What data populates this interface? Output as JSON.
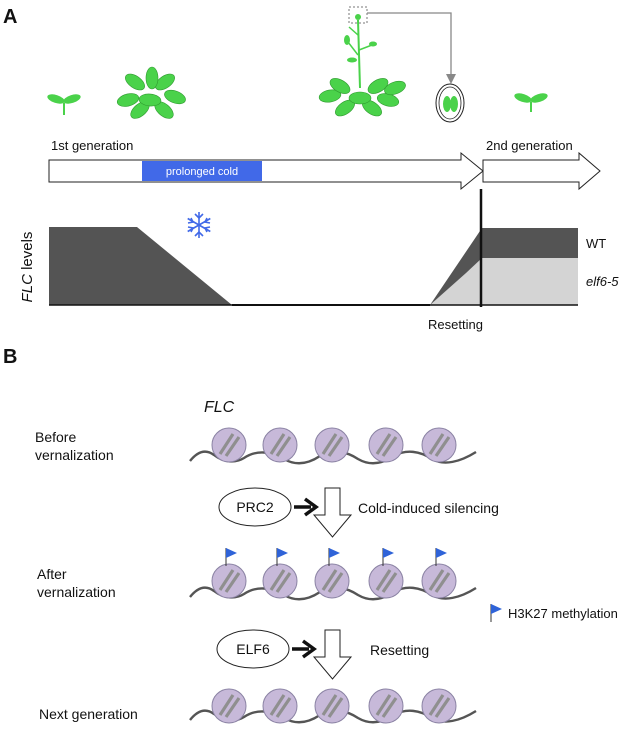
{
  "panel_a": {
    "label": "A",
    "first_generation": "1st generation",
    "second_generation": "2nd generation",
    "cold_bar_label": "prolonged cold",
    "y_axis_label_italic": "FLC",
    "y_axis_label_rest": " levels",
    "wt_label": "WT",
    "mutant_label": "elf6-5",
    "resetting_label": "Resetting"
  },
  "panel_b": {
    "label": "B",
    "gene_label": "FLC",
    "before_line1": "Before",
    "before_line2": "vernalization",
    "after_line1": "After",
    "after_line2": "vernalization",
    "next_generation": "Next generation",
    "prc2_label": "PRC2",
    "cold_silencing_label": "Cold-induced silencing",
    "elf6_label": "ELF6",
    "resetting_label": "Resetting",
    "h3k27_label": "H3K27 methylation"
  },
  "colors": {
    "plant_green": "#4ad24a",
    "cold_blue": "#4169e8",
    "wt_dark": "#545454",
    "mutant_light": "#d4d4d4",
    "nucleosome": "#c7b9d9",
    "flag_blue": "#2f63d8"
  }
}
